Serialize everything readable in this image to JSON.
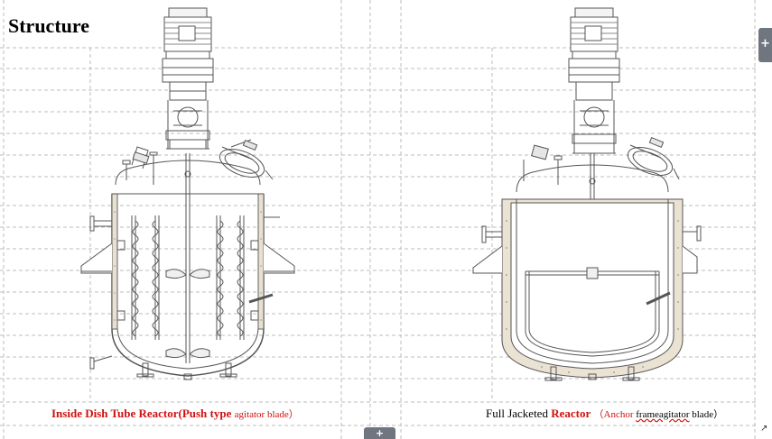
{
  "title": "Structure",
  "captions": {
    "left": {
      "bold_red": "Inside Dish Tube Reactor(Push type",
      "rest": "agitator blade）"
    },
    "right": {
      "prefix": "Full Jacketed ",
      "bold_red": "Reactor",
      "paren_open": "（Anchor ",
      "squiggle": "frameagitator",
      "rest": " blade）"
    }
  },
  "controls": {
    "side_expand": "+",
    "bottom_expand": "+",
    "corner": "↗"
  },
  "icons": {
    "side": "plus-icon",
    "bottom": "plus-icon",
    "corner": "resize-arrow-icon"
  }
}
